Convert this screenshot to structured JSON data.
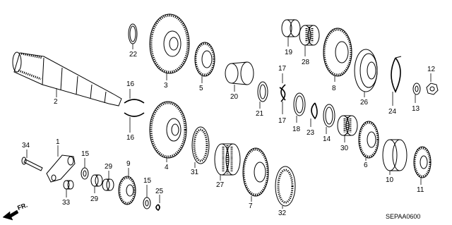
{
  "parts": {
    "p1": "1",
    "p2": "2",
    "p3": "3",
    "p4": "4",
    "p5": "5",
    "p6": "6",
    "p7": "7",
    "p8": "8",
    "p9": "9",
    "p10": "10",
    "p11": "11",
    "p12": "12",
    "p13": "13",
    "p14": "14",
    "p15a": "15",
    "p15b": "15",
    "p16a": "16",
    "p16b": "16",
    "p17a": "17",
    "p17b": "17",
    "p18": "18",
    "p19": "19",
    "p20": "20",
    "p21": "21",
    "p22": "22",
    "p23": "23",
    "p24": "24",
    "p25": "25",
    "p26": "26",
    "p27": "27",
    "p28": "28",
    "p29a": "29",
    "p29b": "29",
    "p30": "30",
    "p31": "31",
    "p32": "32",
    "p33": "33",
    "p34": "34"
  },
  "diagram_code": "SEPAA0600",
  "direction_label": "FR."
}
